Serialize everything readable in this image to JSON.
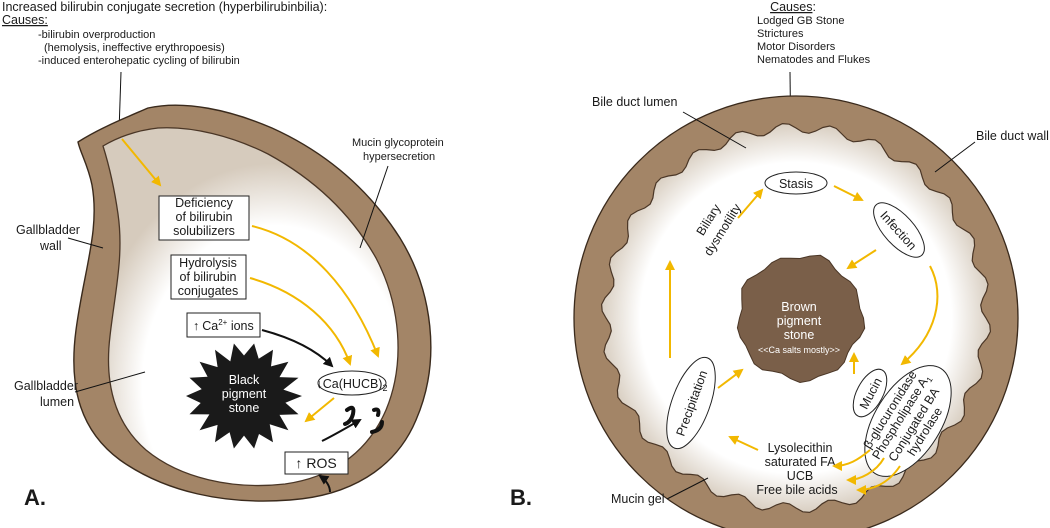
{
  "panelA": {
    "letter": "A.",
    "header": {
      "title": "Increased bilirubin conjugate secretion (hyperbilirubinbilia):",
      "causes_label": "Causes:",
      "lines": [
        "-bilirubin overproduction",
        "(hemolysis, ineffective erythropoesis)",
        "-induced enterohepatic cycling of bilirubin"
      ]
    },
    "mucin_label": [
      "Mucin glycoprotein",
      "hypersecretion"
    ],
    "wall_label": [
      "Gallbladder",
      "wall"
    ],
    "lumen_label": [
      "Gallbladder",
      "lumen"
    ],
    "box_solubilizers": [
      "Deficiency",
      "of bilirubin",
      "solubilizers"
    ],
    "box_hydrolysis": [
      "Hydrolysis",
      "of bilirubin",
      "conjugates"
    ],
    "box_ca": {
      "arrow": "↑",
      "base": "Ca",
      "sup": "2+",
      "rest": " ions"
    },
    "ca_hucb": {
      "arrow": "↓",
      "text": "Ca(HUCB)",
      "sub": "2"
    },
    "stone": [
      "Black",
      "pigment",
      "stone"
    ],
    "ros": {
      "arrow": "↑",
      "text": "ROS"
    }
  },
  "panelB": {
    "letter": "B.",
    "causes_label": "Causes",
    "causes_colon": ":",
    "causes": [
      "Lodged GB Stone",
      "Strictures",
      "Motor Disorders",
      "Nematodes and Flukes"
    ],
    "lumen_label": "Bile duct lumen",
    "wall_label": "Bile duct wall",
    "mucin_gel_label": "Mucin gel",
    "stasis": "Stasis",
    "infection": "Infection",
    "biliary": [
      "Biliary",
      "dysmotility"
    ],
    "stone": [
      "Brown",
      "pigment",
      "stone"
    ],
    "stone_note": "<<Ca salts mostly>>",
    "mucin": "Mucin",
    "enzymes": [
      "β-glucuronidase",
      "Phospholipase A",
      "Conjugated BA",
      "hydrolase"
    ],
    "enzyme_sub": "1",
    "precipitation": "Precipitation",
    "products": [
      "Lysolecithin",
      "saturated FA",
      "UCB",
      "Free bile acids"
    ]
  }
}
